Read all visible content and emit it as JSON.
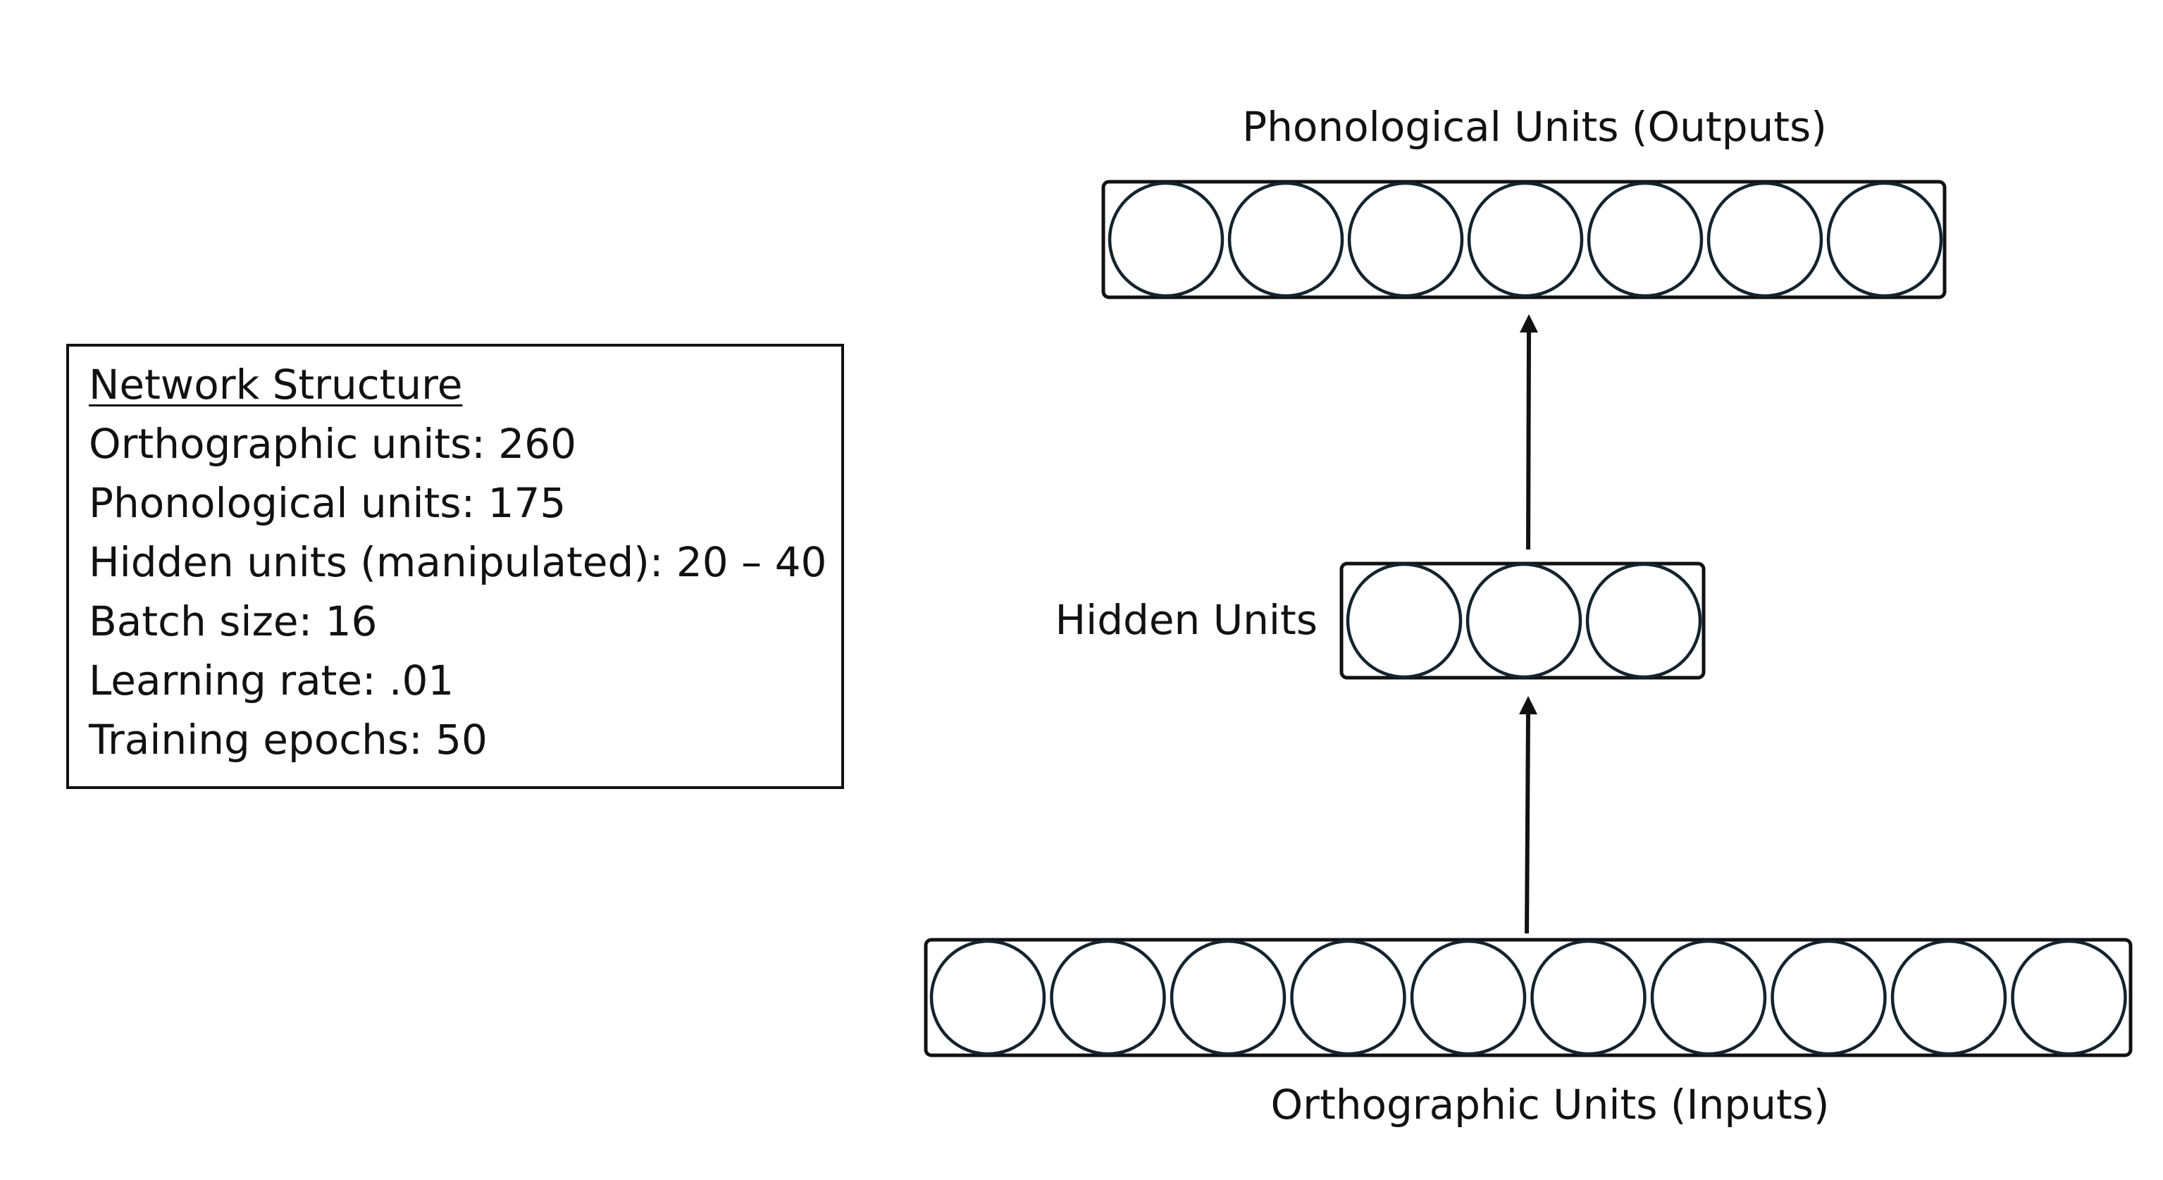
{
  "info_box": {
    "title": "Network Structure",
    "lines": [
      "Orthographic units: 260",
      "Phonological units: 175",
      "Hidden units (manipulated): 20 – 40",
      "Batch size: 16",
      "Learning rate: .01",
      "Training epochs: 50"
    ]
  },
  "layers": {
    "output": {
      "label": "Phonological Units (Outputs)",
      "drawn_units": 7
    },
    "hidden": {
      "label": "Hidden Units",
      "drawn_units": 3
    },
    "input": {
      "label": "Orthographic Units (Inputs)",
      "drawn_units": 10
    }
  },
  "colors": {
    "stroke": "#111111",
    "circle_stroke": "#13242e",
    "background": "#ffffff"
  }
}
